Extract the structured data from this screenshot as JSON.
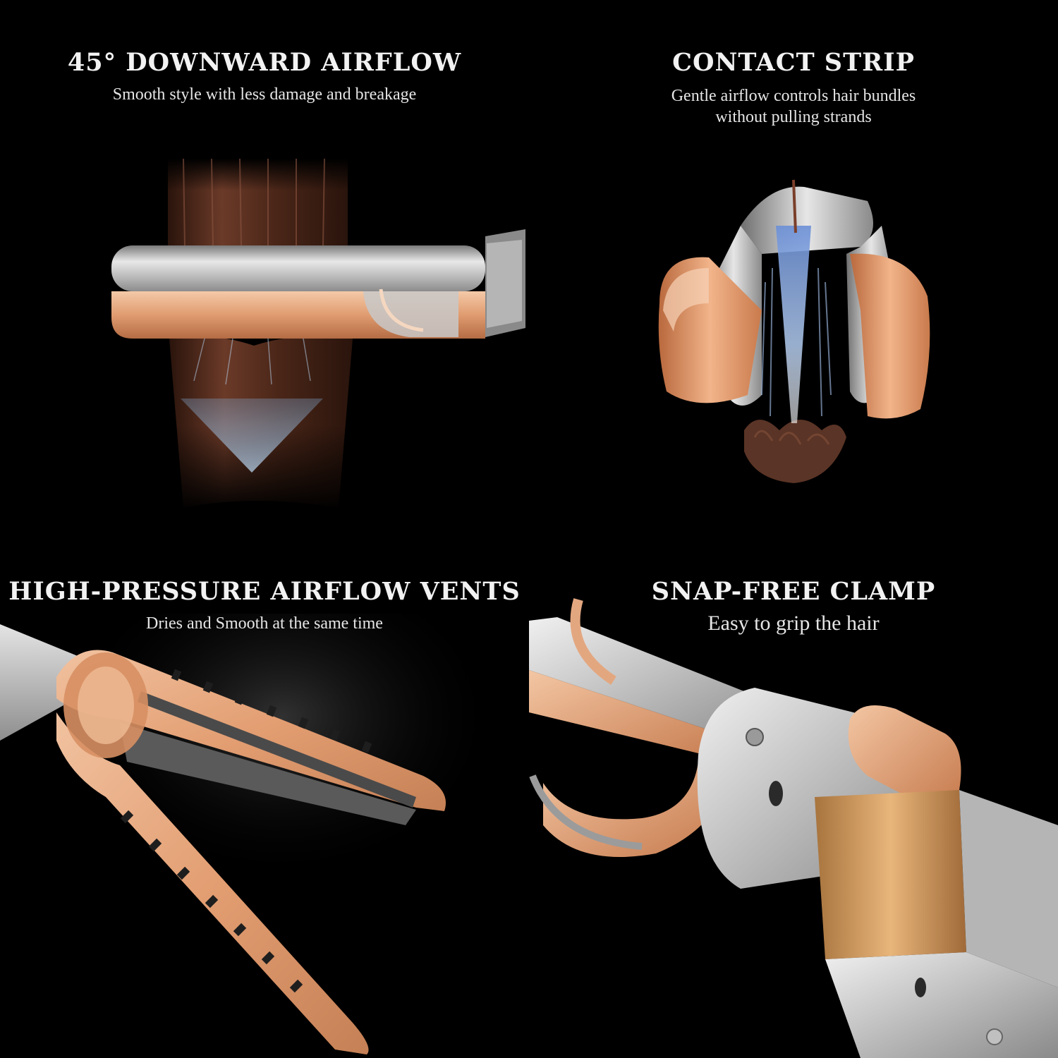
{
  "panels": {
    "top_left": {
      "title": "45° DOWNWARD AIRFLOW",
      "subtitle": "Smooth style with less damage and breakage"
    },
    "top_right": {
      "title": "CONTACT STRIP",
      "subtitle_line1": "Gentle airflow controls hair bundles",
      "subtitle_line2": "without pulling strands"
    },
    "bottom_left": {
      "title": "HIGH-PRESSURE AIRFLOW VENTS",
      "subtitle": "Dries and Smooth at the same time"
    },
    "bottom_right": {
      "title": "SNAP-FREE CLAMP",
      "subtitle": "Easy to grip the hair"
    }
  },
  "colors": {
    "background": "#000000",
    "silver": "#c8c8c8",
    "rose_gold": "#e2a27a",
    "hair_brown": "#5a3426",
    "airflow_blue": "#9fc3ea"
  }
}
